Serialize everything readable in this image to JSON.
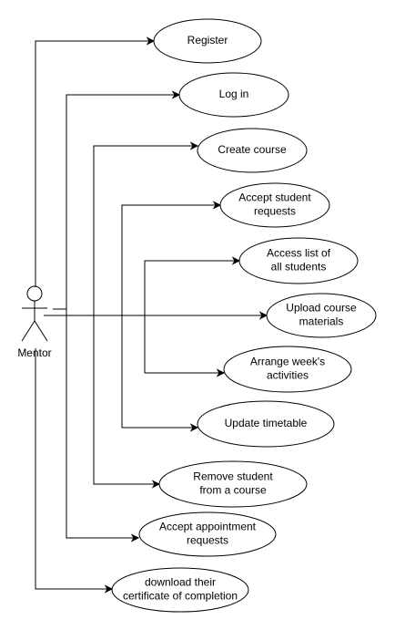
{
  "actor": {
    "name": "Mentor"
  },
  "use_cases": [
    {
      "id": "register",
      "lines": [
        "Register"
      ]
    },
    {
      "id": "log-in",
      "lines": [
        "Log in"
      ]
    },
    {
      "id": "create-course",
      "lines": [
        "Create course"
      ]
    },
    {
      "id": "accept-student-requests",
      "lines": [
        "Accept student",
        "requests"
      ]
    },
    {
      "id": "access-list-of-all-students",
      "lines": [
        "Access list of",
        "all students"
      ]
    },
    {
      "id": "upload-course-materials",
      "lines": [
        "Upload course",
        "materials"
      ]
    },
    {
      "id": "arrange-weeks-activities",
      "lines": [
        "Arrange week's",
        "activities"
      ]
    },
    {
      "id": "update-timetable",
      "lines": [
        "Update timetable"
      ]
    },
    {
      "id": "remove-student-from-a-course",
      "lines": [
        "Remove student",
        "from a course"
      ]
    },
    {
      "id": "accept-appointment-requests",
      "lines": [
        "Accept appointment",
        "requests"
      ]
    },
    {
      "id": "download-their-certificate-of-completion",
      "lines": [
        "download their",
        "certificate of completion"
      ]
    }
  ]
}
